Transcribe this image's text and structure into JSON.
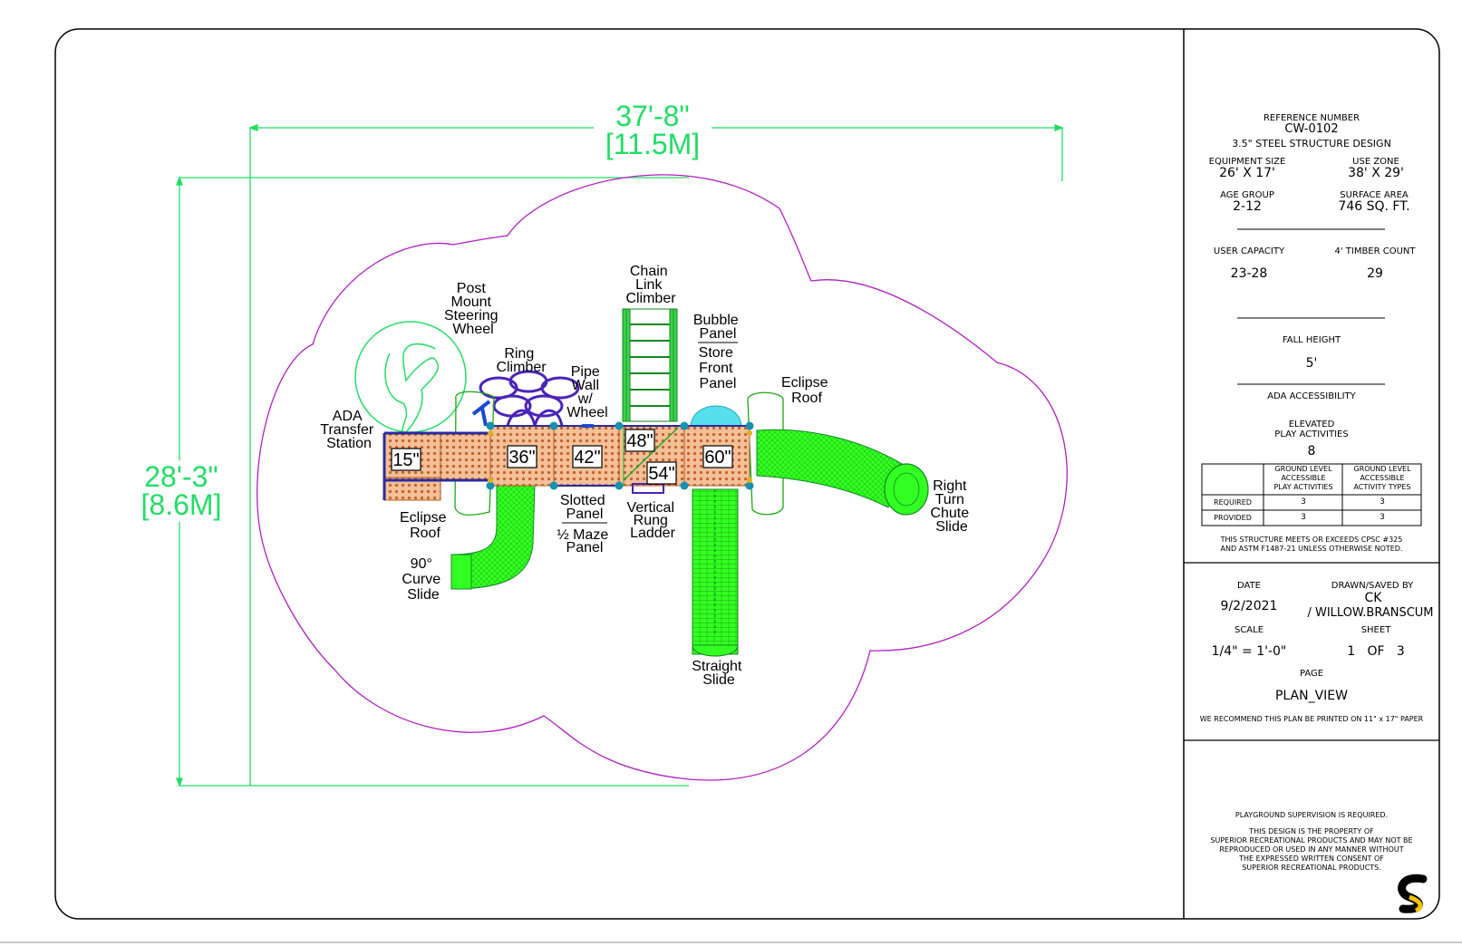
{
  "dimensions": {
    "width_ft": "37'-8\"",
    "width_m": "[11.5M]",
    "depth_ft": "28'-3\"",
    "depth_m": "[8.6M]"
  },
  "components": {
    "post_mount_steering_wheel": [
      "Post",
      "Mount",
      "Steering",
      "Wheel"
    ],
    "ring_climber": [
      "Ring",
      "Climber"
    ],
    "pipe_wall_wheel": [
      "Pipe",
      "Wall",
      "w/",
      "Wheel"
    ],
    "chain_link_climber": [
      "Chain",
      "Link",
      "Climber"
    ],
    "bubble_panel": [
      "Bubble",
      "Panel"
    ],
    "store_front_panel": [
      "Store",
      "Front",
      "Panel"
    ],
    "eclipse_roof_right": [
      "Eclipse",
      "Roof"
    ],
    "ada_transfer_station": [
      "ADA",
      "Transfer",
      "Station"
    ],
    "eclipse_roof_left": [
      "Eclipse",
      "Roof"
    ],
    "curve_slide": [
      "90°",
      "Curve",
      "Slide"
    ],
    "slotted_panel": [
      "Slotted",
      "Panel"
    ],
    "maze_panel": [
      "½ Maze",
      "Panel"
    ],
    "vertical_rung_ladder": [
      "Vertical",
      "Rung",
      "Ladder"
    ],
    "straight_slide": [
      "Straight",
      "Slide"
    ],
    "right_turn_chute_slide": [
      "Right",
      "Turn",
      "Chute",
      "Slide"
    ]
  },
  "deck_heights": [
    "15\"",
    "36\"",
    "42\"",
    "48\"",
    "54\"",
    "60\""
  ],
  "title_block": {
    "reference_label": "REFERENCE NUMBER",
    "reference_number": "CW-0102",
    "structure_design": "3.5\" STEEL STRUCTURE DESIGN",
    "equipment_size_label": "EQUIPMENT SIZE",
    "equipment_size": "26' X 17'",
    "use_zone_label": "USE ZONE",
    "use_zone": "38' X 29'",
    "age_group_label": "AGE GROUP",
    "age_group": "2-12",
    "surface_area_label": "SURFACE AREA",
    "surface_area": "746 SQ. FT.",
    "user_capacity_label": "USER CAPACITY",
    "user_capacity": "23-28",
    "timber_count_label": "4' TIMBER COUNT",
    "timber_count": "29",
    "fall_height_label": "FALL HEIGHT",
    "fall_height": "5'",
    "ada_label": "ADA ACCESSIBILITY",
    "elevated_label_1": "ELEVATED",
    "elevated_label_2": "PLAY ACTIVITIES",
    "elevated_value": "8",
    "table": {
      "col1_lines": [
        "GROUND LEVEL",
        "ACCESSIBLE",
        "PLAY ACTIVITIES"
      ],
      "col2_lines": [
        "GROUND LEVEL",
        "ACCESSIBLE",
        "ACTIVITY TYPES"
      ],
      "rows": [
        {
          "label": "REQUIRED",
          "v1": "3",
          "v2": "3"
        },
        {
          "label": "PROVIDED",
          "v1": "3",
          "v2": "3"
        }
      ]
    },
    "compliance_1": "THIS STRUCTURE MEETS OR EXCEEDS CPSC #325",
    "compliance_2": "AND ASTM F1487-21 UNLESS OTHERWISE NOTED.",
    "date_label": "DATE",
    "date": "9/2/2021",
    "drawn_label": "DRAWN/SAVED BY",
    "drawn_1": "CK",
    "drawn_2": "/ WILLOW.BRANSCUM",
    "scale_label": "SCALE",
    "scale": "1/4\" = 1'-0\"",
    "sheet_label": "SHEET",
    "sheet": "1   OF   3",
    "page_label": "PAGE",
    "page": "PLAN_VIEW",
    "print_note": "WE RECOMMEND THIS PLAN BE PRINTED ON 11\" x 17\" PAPER",
    "supervision": "PLAYGROUND SUPERVISION IS REQUIRED.",
    "property_lines": [
      "THIS DESIGN IS THE PROPERTY OF",
      "SUPERIOR RECREATIONAL PRODUCTS AND MAY NOT BE",
      "REPRODUCED OR USED IN ANY MANNER WITHOUT",
      "THE EXPRESSED WRITTEN CONSENT OF",
      "SUPERIOR RECREATIONAL PRODUCTS."
    ]
  },
  "colors": {
    "dimension": "#22dd66",
    "use_zone": "#b020c0",
    "slide": "#33ff22",
    "deck": "#f0b888",
    "deck_dots": "#c06030",
    "frame": "#2a2aa0",
    "bubble": "#55e0ec",
    "post": "#1890b0"
  }
}
